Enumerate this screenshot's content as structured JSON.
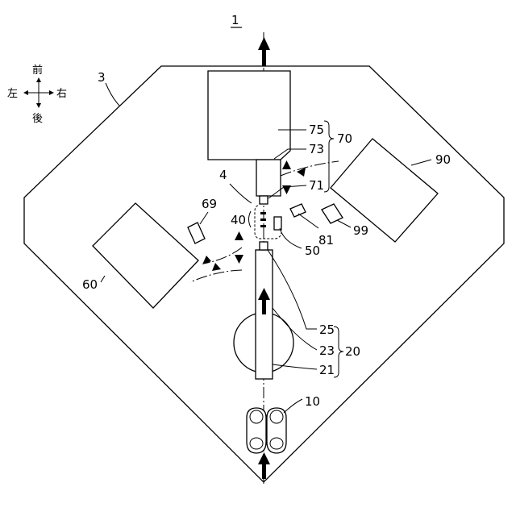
{
  "figure": {
    "number": "1",
    "directions": {
      "front": "前",
      "rear": "後",
      "left": "左",
      "right": "右"
    },
    "labels": {
      "frame": "3",
      "work_area": "4",
      "upper_box": "75",
      "upper_group": "70",
      "connector": "73",
      "nozzle": "71",
      "right_box": "90",
      "left_box": "60",
      "part_69": "69",
      "part_81": "81",
      "part_99": "99",
      "center_unit": "40",
      "sensor_50": "50",
      "shaft_25": "25",
      "drum_23": "23",
      "lower_group": "20",
      "base_21": "21",
      "rollers": "10"
    }
  }
}
